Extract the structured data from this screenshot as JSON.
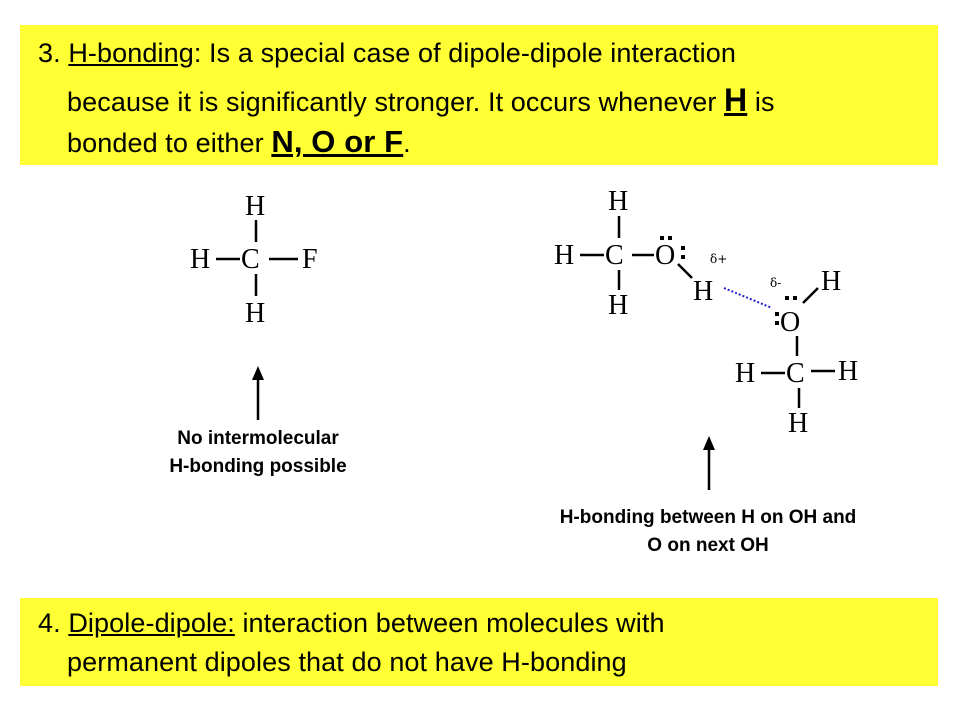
{
  "section3": {
    "number": "3.",
    "term": "H-bonding",
    "colon": ":",
    "line1_rest": "Is a special case of dipole-dipole interaction",
    "line2_pre": "because it is significantly stronger. It occurs whenever",
    "line2_emph": "H",
    "line2_post": "is",
    "line3_pre": "bonded to either",
    "line3_emph": "N, O or F",
    "line3_post": "."
  },
  "section4": {
    "number": "4.",
    "term": "Dipole-dipole:",
    "line1_rest": "interaction between molecules with",
    "line2": "permanent dipoles that do not have H-bonding"
  },
  "captions": {
    "left_line1": "No intermolecular",
    "left_line2": "H-bonding possible",
    "right_line1": "H-bonding between H on OH and",
    "right_line2": "O on next OH"
  },
  "molecule_labels": {
    "H": "H",
    "C": "C",
    "F": "F",
    "O": "O",
    "delta_plus": "δ+",
    "delta_minus": "δ-"
  },
  "colors": {
    "highlight": "#ffff33",
    "hbond": "#2222cc"
  }
}
